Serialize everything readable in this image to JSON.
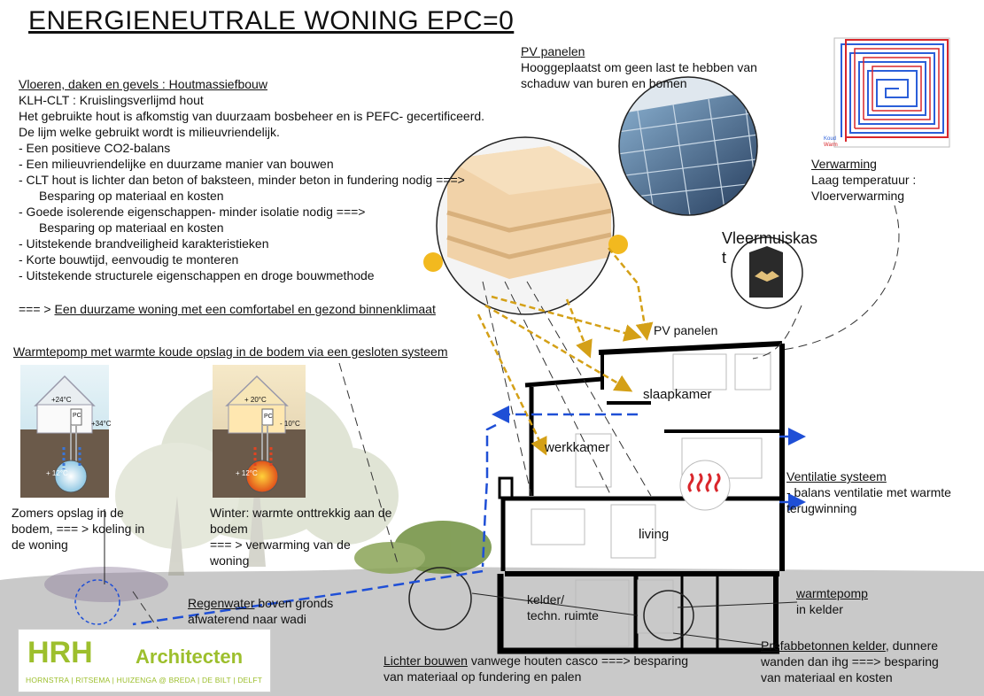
{
  "title": "ENERGIENEUTRALE WONING   EPC=0",
  "pv": {
    "heading": "PV panelen",
    "line1": "Hooggeplaatst om geen last te hebben van",
    "line2": "schaduw van buren en bomen",
    "roof_label": "PV panelen"
  },
  "materials": {
    "heading": "Vloeren, daken en gevels : Houtmassiefbouw",
    "lines": [
      "KLH-CLT : Kruislingsverlijmd hout",
      "Het gebruikte hout is afkomstig van duurzaam bosbeheer en is PEFC- gecertificeerd.",
      "De lijm welke gebruikt wordt is milieuvriendelijk.",
      "- Een positieve CO2-balans",
      "- Een milieuvriendelijke en duurzame manier van bouwen",
      "- CLT hout is lichter dan beton of baksteen, minder beton in fundering nodig ===>",
      "    Besparing op materiaal en kosten",
      "- Goede isolerende eigenschappen- minder isolatie nodig ===>",
      "    Besparing op materiaal en kosten",
      "- Uitstekende brandveiligheid karakteristieken",
      "- Korte bouwtijd, eenvoudig te monteren",
      "- Uitstekende structurele eigenschappen en droge bouwmethode"
    ],
    "conclusion_prefix": "=== > ",
    "conclusion": "Een duurzame woning met een comfortabel en gezond binnenklimaat"
  },
  "heating": {
    "heading": "Verwarming",
    "line1": "Laag temperatuur :",
    "line2": "Vloerverwarming",
    "legend_cold": "Koud",
    "legend_warm": "Warm"
  },
  "bat": {
    "line1": "Vleermuiskas",
    "line2": "t"
  },
  "heatpump": {
    "heading": "Warmtepomp met warmte koude opslag in de bodem via een gesloten systeem",
    "summer": {
      "inside": "+24°C",
      "outside": "+34°C",
      "ground": "+ 12°C",
      "device": "PC"
    },
    "winter": {
      "inside": "+ 20°C",
      "outside": "- 10°C",
      "ground": "+ 12°C",
      "device": "PC"
    },
    "summer_caption": [
      "Zomers opslag in de",
      "bodem, === > koeling in",
      "de woning"
    ],
    "winter_caption": [
      "Winter: warmte onttrekkig aan de",
      "bodem",
      "=== > verwarming van de",
      "woning"
    ]
  },
  "rooms": {
    "bedroom": "slaapkamer",
    "study": "werkkamer",
    "living": "living",
    "cellar_line1": "kelder/",
    "cellar_line2": "techn. ruimte"
  },
  "ventilation": {
    "heading": "Ventilatie systeem",
    "line1": "- balans ventilatie met warmte",
    "line2": "terugwinning"
  },
  "heatpump_cellar": {
    "line1": "warmtepomp",
    "line2": "in kelder"
  },
  "rainwater": {
    "u": "Regenwater",
    "rest": " boven gronds",
    "line2": "afwaterend naar wadi"
  },
  "lighter": {
    "u": "Lichter bouwen",
    "rest": " vanwege houten casco ===> besparing",
    "line2": "van materiaal op fundering en palen"
  },
  "prefab": {
    "u": "Prefabbetonnen kelder",
    "rest": ", dunnere",
    "line2": "wanden dan ihg ===> besparing",
    "line3": "van materiaal en kosten"
  },
  "logo": {
    "big": "HRH",
    "name": "Architecten",
    "sub": "HORNSTRA | RITSEMA | HUIZENGA @ BREDA | DE BILT | DELFT"
  },
  "colors": {
    "accent_green": "#9dbf2d",
    "arrow_gold": "#d4a017",
    "arrow_blue": "#1f4fd6",
    "cold_blue": "#2b5fd9",
    "warm_red": "#d9262b"
  }
}
